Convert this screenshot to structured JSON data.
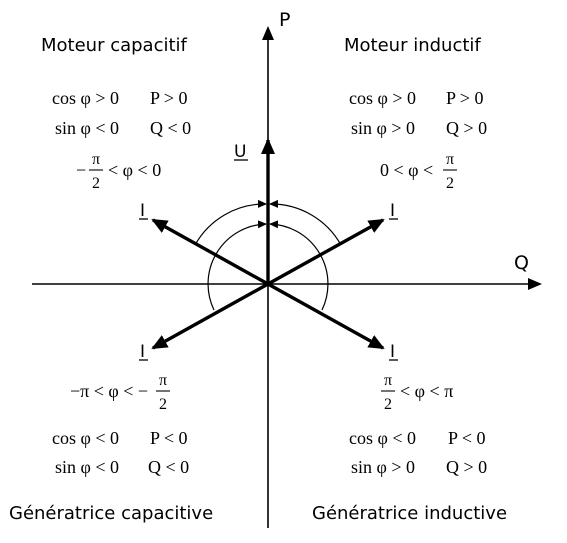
{
  "axes": {
    "p_label": "P",
    "q_label": "Q"
  },
  "vectors": {
    "u_label": "U",
    "i_label": "I"
  },
  "quadrants": {
    "top_left": {
      "title": "Moteur capacitif",
      "cos": "cos φ > 0",
      "p": "P > 0",
      "sin": "sin φ < 0",
      "q": "Q < 0",
      "range_prefix": "−",
      "range_suffix": "< φ < 0"
    },
    "top_right": {
      "title": "Moteur inductif",
      "cos": "cos φ > 0",
      "p": "P > 0",
      "sin": "sin φ > 0",
      "q": "Q > 0",
      "range_prefix": "0 < φ <"
    },
    "bottom_left": {
      "title": "Génératrice capacitive",
      "cos": "cos φ < 0",
      "p": "P < 0",
      "sin": "sin φ < 0",
      "q": "Q < 0",
      "range_prefix": "−π < φ < −"
    },
    "bottom_right": {
      "title": "Génératrice inductive",
      "cos": "cos φ < 0",
      "p": "P < 0",
      "sin": "sin φ > 0",
      "q": "Q > 0",
      "range_suffix": "< φ < π"
    }
  },
  "fraction": {
    "numerator": "π",
    "denominator": "2"
  },
  "colors": {
    "ink": "#000000",
    "background": "#ffffff"
  }
}
